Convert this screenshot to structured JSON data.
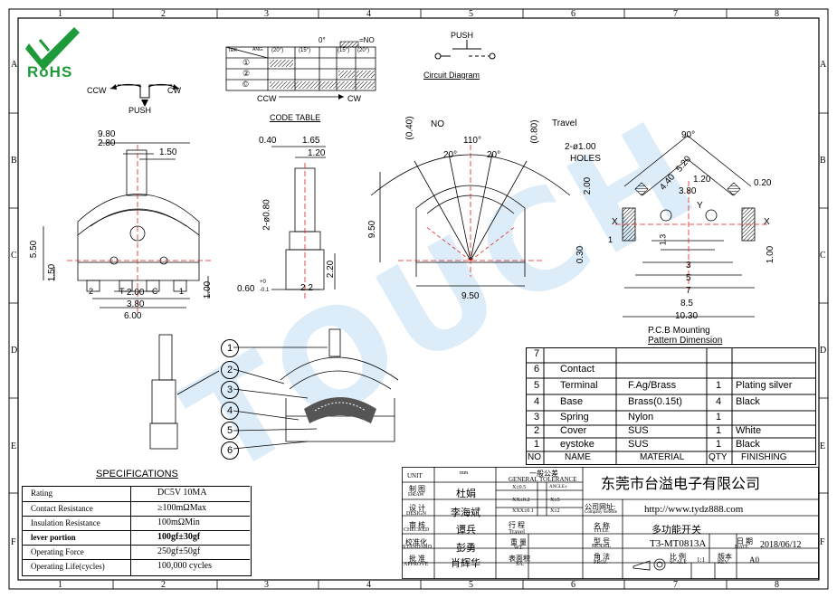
{
  "border": {
    "cols": [
      "1",
      "2",
      "3",
      "4",
      "5",
      "6",
      "7",
      "8"
    ],
    "rows": [
      "A",
      "B",
      "C",
      "D",
      "E",
      "F"
    ]
  },
  "logo": {
    "text": "RoHS"
  },
  "rotation": {
    "ccw": "CCW",
    "cw": "CW",
    "push": "PUSH"
  },
  "code_table": {
    "title": "CODE TABLE",
    "zero": "0°",
    "legend": "=NO",
    "headers": [
      "TER",
      "ANG.",
      "(20°)",
      "(15°)",
      "(15°)",
      "(20°)"
    ],
    "rows": [
      "①",
      "②",
      "©"
    ],
    "ccw": "CCW",
    "cw": "CW"
  },
  "circuit": {
    "push": "PUSH",
    "title": "Circuit Diagram"
  },
  "front_view": {
    "dims": [
      "9.80",
      "2.80",
      "1.50",
      "5.50",
      "1.50",
      "2.00",
      "3.80",
      "6.00"
    ],
    "pins": [
      "2",
      "T",
      "C",
      "1"
    ]
  },
  "side_view": {
    "dims": [
      "0.40",
      "1.65",
      "1.20",
      "2-ø0.80",
      "2.20",
      "2.2",
      "1.00"
    ],
    "tol_dim": "0.60",
    "tol_plus": "+0",
    "tol_minus": "-0.1"
  },
  "angle_view": {
    "dims": [
      "(0.40)",
      "NO",
      "110°",
      "20°",
      "20°",
      "(0.80)",
      "Travel",
      "9.50",
      "9.50"
    ]
  },
  "pcb": {
    "holes": "2-ø1.00",
    "holes2": "HOLES",
    "dims": [
      "90°",
      "2.00",
      "5.20",
      "4.40",
      "1.20",
      "3.80",
      "0.20",
      "X",
      "Y",
      "X",
      "1.3",
      "3",
      "5",
      "7",
      "8.5",
      "10.30",
      "0.30",
      "1.00",
      "1"
    ],
    "title": "P.C.B Mounting",
    "subtitle": "Pattern Dimension"
  },
  "callouts": [
    "1",
    "2",
    "3",
    "4",
    "5",
    "6"
  ],
  "bom": {
    "rows": [
      {
        "no": "7",
        "name": "",
        "material": "",
        "qty": "",
        "finish": ""
      },
      {
        "no": "6",
        "name": "Contact",
        "material": "",
        "qty": "",
        "finish": ""
      },
      {
        "no": "5",
        "name": "Terminal",
        "material": "F.Ag/Brass",
        "qty": "1",
        "finish": "Plating silver"
      },
      {
        "no": "4",
        "name": "Base",
        "material": "Brass(0.15t)",
        "qty": "4",
        "finish": "Black"
      },
      {
        "no": "3",
        "name": "Spring",
        "material": "Nylon",
        "qty": "1",
        "finish": ""
      },
      {
        "no": "2",
        "name": "Cover",
        "material": "SUS",
        "qty": "1",
        "finish": "White"
      },
      {
        "no": "1",
        "name": "eystoke",
        "material": "SUS",
        "qty": "1",
        "finish": "Black"
      }
    ],
    "header": {
      "no": "NO",
      "name": "NAME",
      "material": "MATERIAL",
      "qty": "QTY",
      "finish": "FINISHING"
    }
  },
  "specs": {
    "title": "SPECIFICATIONS",
    "rows": [
      {
        "label": "Rating",
        "value": "DC5V 10MA"
      },
      {
        "label": "Contact Resistance",
        "value": "≥100mΩMax"
      },
      {
        "label": "Insulation Resistance",
        "value": "100mΩMin"
      },
      {
        "label": "lever portion",
        "value": "100gf±30gf"
      },
      {
        "label": "Operating Force",
        "value": "250gf±50gf"
      },
      {
        "label": "Operating Life(cycles)",
        "value": "100,000 cycles"
      }
    ]
  },
  "title_block": {
    "unit": "UNIT",
    "mm": "mm",
    "gen_tol": "一般公差",
    "gen_tol_en": "GENERAL TOLERANCE",
    "x05": "X±0.5",
    "angle": "ANGLE±",
    "xx02": "XX±0.2",
    "x5": "X±5",
    "xxx01": "XXX±0.1",
    "x2": "X±2",
    "draw": "制 图",
    "draw_en": "DRAW",
    "draw_name": "杜娟",
    "design": "设 计",
    "design_en": "DESIGN",
    "design_name": "李海斌",
    "checked": "审 核",
    "checked_en": "CHECKED",
    "checked_name": "谭兵",
    "standard": "校准化",
    "standard_en": "STANDARD",
    "standard_name": "彭勇",
    "approve": "批 准",
    "approve_en": "APPROVE",
    "approve_name": "肖辉华",
    "travel": "行 程",
    "travel_en": "Travel",
    "weight": "重 量",
    "weight_en": "WT.",
    "surface": "表面积",
    "surface_en": "SA.",
    "company": "东莞市台溢电子有限公司",
    "website_label": "公司网址:",
    "website_label_en": "Company website",
    "website": "http://www.tydz888.com",
    "name_label": "名 称",
    "name_label_en": "TITLE",
    "name": "多功能开关",
    "model_label": "型 号",
    "model_label_en": "MODEL",
    "model": "T3-MT0813A",
    "date_label": "日 期",
    "date_label_en": "DATE",
    "date": "2018/06/12",
    "proj_label": "角 法",
    "proj_label_en": "PROJ.",
    "scale_label": "比 例",
    "scale_label_en": "SCALE",
    "scale": "1:1",
    "rev_label": "版本",
    "rev_label_en": "REV.",
    "rev": "A0"
  },
  "watermark": "TOUCH"
}
